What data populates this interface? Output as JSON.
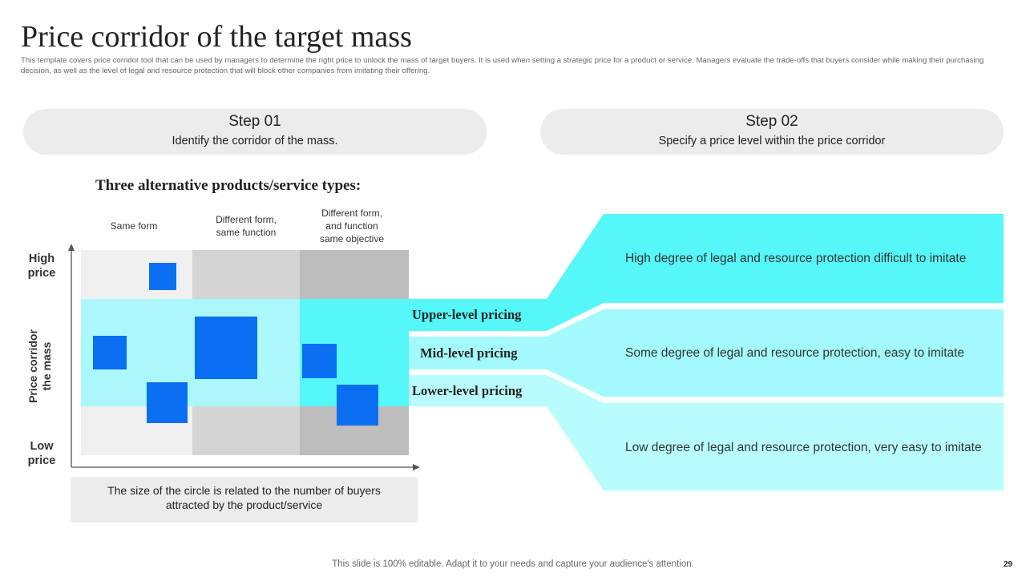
{
  "title": "Price corridor of the target mass",
  "description": "This template covers price corridor tool that can be used by managers to determine the right price to unlock the mass of target buyers. It is used when setting a strategic price for a product or service. Managers evaluate the trade-offs that buyers consider while making their purchasing decision, as well as the level of legal and resource protection that will block other companies from imitating their offering.",
  "steps": [
    {
      "heading": "Step 01",
      "text": "Identify the corridor of the mass."
    },
    {
      "heading": "Step 02",
      "text": "Specify a price level within the price corridor"
    }
  ],
  "types_title": "Three alternative products/service types:",
  "columns": [
    {
      "line1": "Same form",
      "line2": "",
      "line3": ""
    },
    {
      "line1": "Different  form,",
      "line2": "same function",
      "line3": ""
    },
    {
      "line1": "Different  form,",
      "line2": "and function",
      "line3": "same objective"
    }
  ],
  "y_labels": {
    "high": [
      "High",
      "price"
    ],
    "low": [
      "Low",
      "price"
    ],
    "corridor": [
      "Price corridor",
      "the mass"
    ]
  },
  "pricing_levels": [
    "Upper-level pricing",
    "Mid-level pricing",
    "Lower-level pricing"
  ],
  "protection_levels": [
    "High degree of legal and resource  protection difficult to imitate",
    "Some degree of legal and resource protection, easy to imitate",
    "Low degree of legal and resource protection, very easy to imitate"
  ],
  "footnote": "The size of the circle is related to the number of buyers attracted by the product/service",
  "footer": "This slide is 100% editable. Adapt it to your needs and capture your audience's attention.",
  "page_number": "29",
  "colors": {
    "accent_blue": "#0a6ff0",
    "corridor_light": "#aaf8fb",
    "corridor_bright": "#55f7f8",
    "panel_mid": "#a3f9fc",
    "panel_low": "#b9fcfd",
    "grid_col1": "#f0f0f0",
    "grid_col2": "#d4d4d4",
    "grid_col3": "#bdbdbd",
    "step_bg": "#ececec"
  }
}
